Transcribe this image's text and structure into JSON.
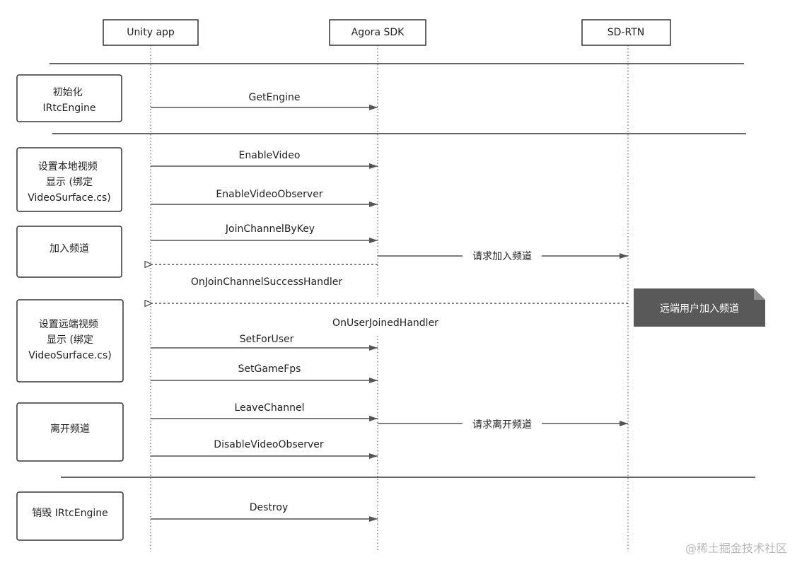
{
  "actors": [
    "Unity app",
    "Agora SDK",
    "SD-RTN"
  ],
  "steps": [
    "初始化\nIRtcEngine",
    "设置本地视频\n显示 (绑定\nVideoSurface.cs)",
    "加入频道",
    "设置远端视频\n显示 (绑定\nVideoSurface.cs)",
    "离开频道",
    "销毁 IRtcEngine"
  ],
  "messages": [
    {
      "text": "GetEngine",
      "style": "solid"
    },
    {
      "text": "EnableVideo",
      "style": "solid"
    },
    {
      "text": "EnableVideoObserver",
      "style": "solid"
    },
    {
      "text": "JoinChannelByKey",
      "style": "solid"
    },
    {
      "text": "请求加入频道",
      "style": "solid"
    },
    {
      "text": "",
      "style": "dashed"
    },
    {
      "text": "OnJoinChannelSuccessHandler",
      "style": "dashed"
    },
    {
      "text": "OnUserJoinedHandler",
      "style": "label"
    },
    {
      "text": "SetForUser",
      "style": "solid"
    },
    {
      "text": "SetGameFps",
      "style": "solid"
    },
    {
      "text": "LeaveChannel",
      "style": "solid"
    },
    {
      "text": "请求离开频道",
      "style": "solid"
    },
    {
      "text": "DisableVideoObserver",
      "style": "solid"
    },
    {
      "text": "Destroy",
      "style": "solid"
    }
  ],
  "note": "远端用户加入频道",
  "watermark": "@稀土掘金技术社区",
  "colors": {
    "note_bg": "#595959",
    "line": "#555555",
    "box_border": "#333333"
  }
}
